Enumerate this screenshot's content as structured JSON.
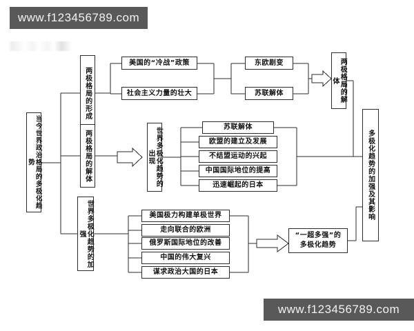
{
  "watermarks": {
    "top": "www.f123456789.com",
    "bottom": "www.f123456789.com"
  },
  "diagram": {
    "type": "flowchart",
    "title": "当今世界政治格局的多极化趋势",
    "root": {
      "label": "当今世界政治格局的多极化趋势",
      "orientation": "vertical"
    },
    "stages": [
      {
        "id": "formation",
        "label": "两极格局的形成",
        "orientation": "vertical"
      },
      {
        "id": "collapse",
        "label": "两极格局的解体",
        "orientation": "vertical"
      },
      {
        "id": "strengthen",
        "label": "世界多极化趋势的加强",
        "orientation": "vertical"
      }
    ],
    "emergence": {
      "label": "世界多极化趋势的出现",
      "orientation": "vertical"
    },
    "formation_causes": [
      {
        "label": "美国的“冷战”政策"
      },
      {
        "label": "社会主义力量的壮大"
      }
    ],
    "collapse_events": [
      {
        "label": "东欧剧变"
      },
      {
        "label": "苏联解体"
      }
    ],
    "bipolar_end": {
      "label": "两极格局的解体",
      "orientation": "vertical"
    },
    "multipolar_factors": [
      {
        "label": "苏联解体"
      },
      {
        "label": "欧盟的建立及发展"
      },
      {
        "label": "不结盟运动的兴起"
      },
      {
        "label": "中国国际地位的提高"
      },
      {
        "label": "迅速崛起的日本"
      }
    ],
    "strengthen_factors": [
      {
        "label": "美国极力构建单极世界"
      },
      {
        "label": "走向联合的欧洲"
      },
      {
        "label": "俄罗斯国际地位的改善"
      },
      {
        "label": "中国的伟大复兴"
      },
      {
        "label": "谋求政治大国的日本"
      }
    ],
    "one_super": {
      "line1": "“一超多强”的",
      "line2": "多极化趋势"
    },
    "influence": {
      "label": "多极化趋势的加强及其影响",
      "orientation": "vertical"
    }
  },
  "colors": {
    "watermark_bg": "#595959",
    "watermark_text": "#f2f2f2",
    "box_border": "#2b2b2b",
    "line": "#2b2b2b",
    "page_bg": "#ffffff"
  }
}
